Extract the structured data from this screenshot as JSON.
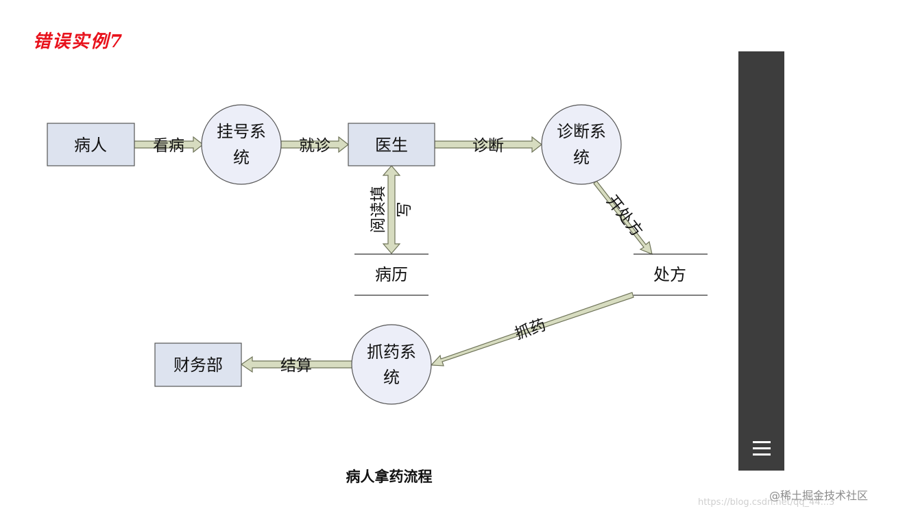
{
  "title": "错误实例7",
  "caption": "病人拿药流程",
  "watermark": {
    "url": "https://blog.csdn.net/qq_44...3",
    "site": "@稀土掘金技术社区"
  },
  "colors": {
    "title": "#e8111b",
    "box_fill": "#dde3ef",
    "circle_fill": "#eceef8",
    "arrow_fill": "#d7dcc0",
    "panel": "#3d3d3d"
  },
  "icons": {
    "menu": "hamburger-menu-icon"
  },
  "diagram": {
    "entities": {
      "patient": "病人",
      "doctor": "医生",
      "finance": "财务部"
    },
    "processes": {
      "registration": [
        "挂号系",
        "统"
      ],
      "diagnosis": [
        "诊断系",
        "统"
      ],
      "dispensing": [
        "抓药系",
        "统"
      ]
    },
    "stores": {
      "medical_record": "病历",
      "prescription": "处方"
    },
    "flows": {
      "see_doctor": "看病",
      "consult": "就诊",
      "diagnose": "诊断",
      "read_write": [
        "阅读填",
        "写"
      ],
      "prescribe": "开处方",
      "fetch_medicine": "抓药",
      "settle": "结算"
    }
  }
}
